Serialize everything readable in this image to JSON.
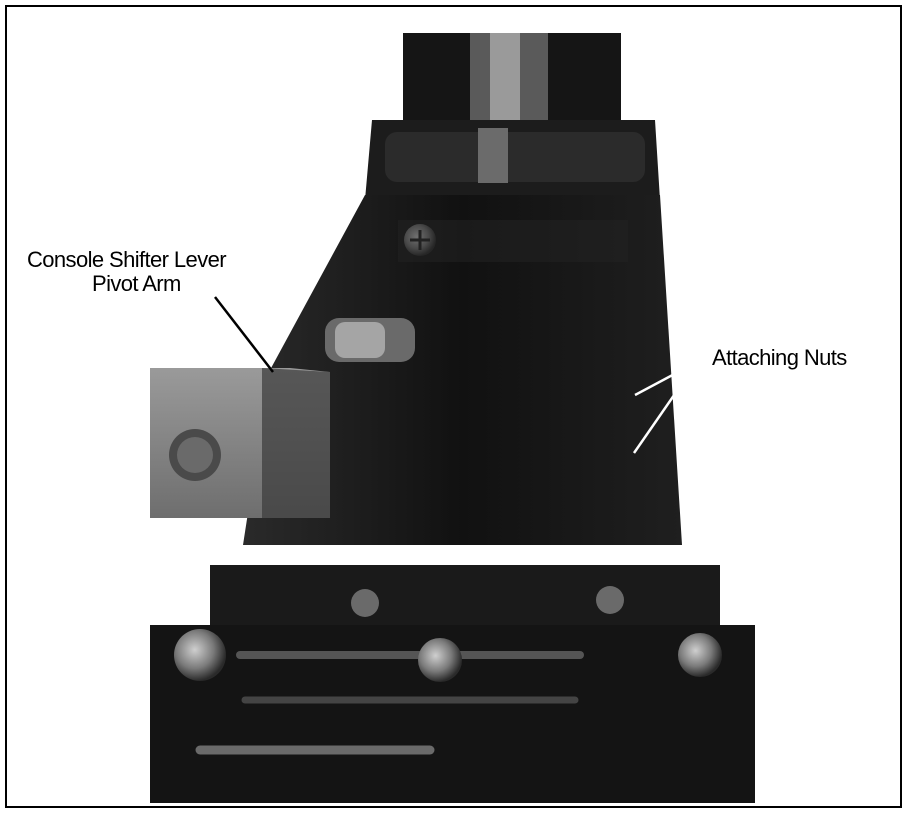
{
  "figure": {
    "callouts": {
      "pivot_arm_line1": "Console Shifter Lever",
      "pivot_arm_line2": "Pivot Arm",
      "attaching_nuts": "Attaching Nuts"
    }
  },
  "colors": {
    "ink": "#000000",
    "paper": "#ffffff",
    "metal_dark": "#1a1a1a",
    "metal_light": "#8a8a8a"
  }
}
